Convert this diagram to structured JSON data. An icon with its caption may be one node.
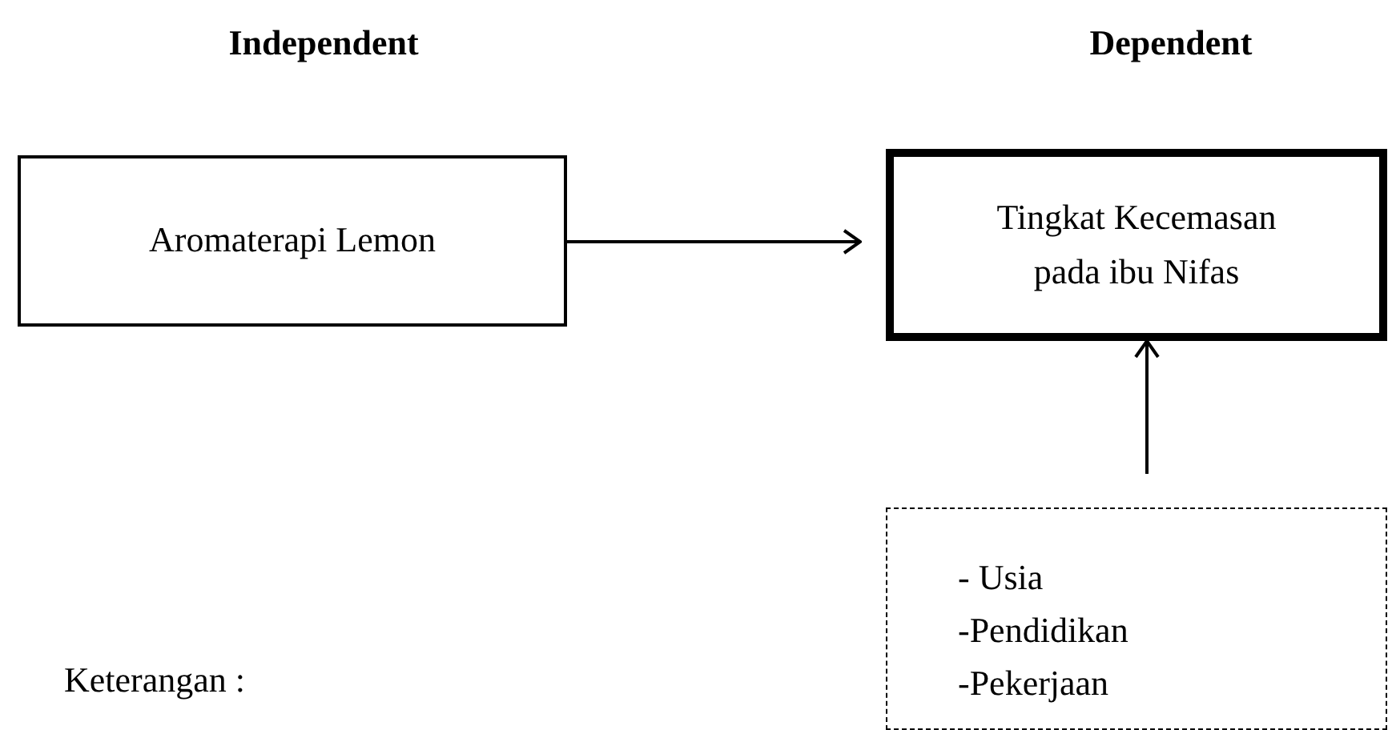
{
  "diagram": {
    "nodes": [
      {
        "text": [
          "Aromaterapi Lemon"
        ]
      },
      {
        "text": [
          "Tingkat Kecemasan pada ibu Nifas"
        ]
      },
      {
        "text": [
          "- Usia",
          "-Pendidikan",
          "-Pekerjaan"
        ]
      }
    ],
    "edges": [
      {
        "from": 0,
        "to": 1,
        "arrow": "to"
      },
      {
        "from": 2,
        "to": 1,
        "arrow": "to"
      }
    ],
    "labels": [
      "Independent",
      "Dependent",
      "Keterangan :"
    ]
  }
}
